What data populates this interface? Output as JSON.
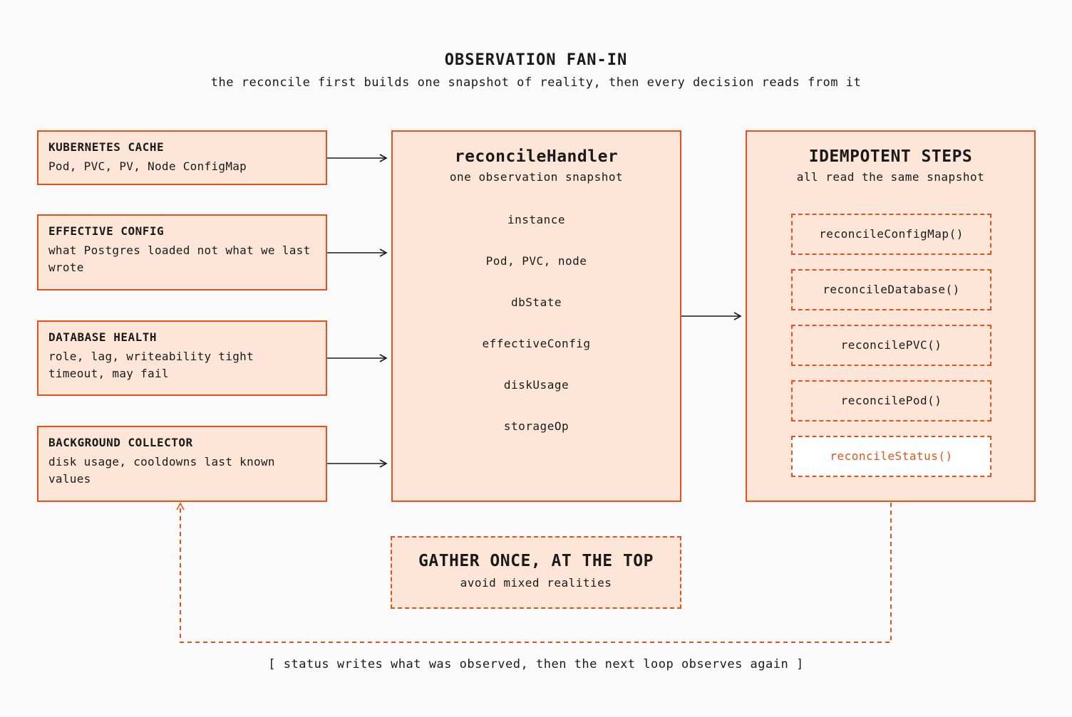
{
  "header": {
    "title": "OBSERVATION FAN-IN",
    "subtitle": "the reconcile first builds one snapshot of reality, then every decision reads from it"
  },
  "sources": [
    {
      "title": "KUBERNETES CACHE",
      "desc": "Pod, PVC, PV, Node ConfigMap"
    },
    {
      "title": "EFFECTIVE CONFIG",
      "desc": "what Postgres loaded not what we last wrote"
    },
    {
      "title": "DATABASE HEALTH",
      "desc": "role, lag, writeability tight timeout, may fail"
    },
    {
      "title": "BACKGROUND COLLECTOR",
      "desc": "disk usage, cooldowns last known values"
    }
  ],
  "handler": {
    "title": "reconcileHandler",
    "subtitle": "one observation snapshot",
    "fields": [
      "instance",
      "Pod, PVC, node",
      "dbState",
      "effectiveConfig",
      "diskUsage",
      "storageOp"
    ]
  },
  "steps": {
    "title": "IDEMPOTENT STEPS",
    "subtitle": "all read the same snapshot",
    "items": [
      "reconcileConfigMap()",
      "reconcileDatabase()",
      "reconcilePVC()",
      "reconcilePod()",
      "reconcileStatus()"
    ]
  },
  "gather": {
    "title": "GATHER ONCE, AT THE TOP",
    "subtitle": "avoid mixed realities"
  },
  "footer": "[ status writes what was observed, then the next loop observes again ]",
  "colors": {
    "accent": "#e0541c",
    "box_fill": "#fde6d8",
    "background": "#fafafa"
  }
}
